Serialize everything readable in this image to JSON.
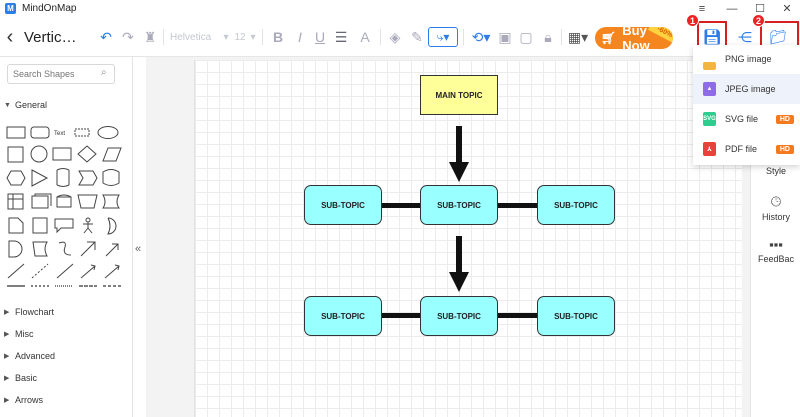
{
  "app": {
    "logo_glyph": "M",
    "title": "MindOnMap"
  },
  "window": {
    "menu_glyph": "≡",
    "minimize_glyph": "—",
    "maximize_glyph": "☐",
    "close_glyph": "✕"
  },
  "toolbar": {
    "doc_title": "Vertic…",
    "font_family": "Helvetica",
    "font_size": "12",
    "buy_label": "Buy Now",
    "discount": "-60%",
    "annotations": [
      "1",
      "2"
    ]
  },
  "left_panel": {
    "search_placeholder": "Search Shapes",
    "sections": [
      {
        "label": "General",
        "expanded": true
      },
      {
        "label": "Flowchart",
        "expanded": false
      },
      {
        "label": "Misc",
        "expanded": false
      },
      {
        "label": "Advanced",
        "expanded": false
      },
      {
        "label": "Basic",
        "expanded": false
      },
      {
        "label": "Arrows",
        "expanded": false
      }
    ],
    "text_shape_label": "Text"
  },
  "export_menu": {
    "items": [
      {
        "label": "PNG image",
        "badge": ""
      },
      {
        "label": "JPEG image",
        "badge": ""
      },
      {
        "label": "SVG file",
        "badge": "HD"
      },
      {
        "label": "PDF file",
        "badge": "HD"
      }
    ]
  },
  "right_panel": {
    "items": [
      {
        "label": "Style"
      },
      {
        "label": "History"
      },
      {
        "label": "FeedBac"
      }
    ]
  },
  "diagram": {
    "main_topic": "MAIN TOPIC",
    "row1": [
      "SUB-TOPIC",
      "SUB-TOPIC",
      "SUB-TOPIC"
    ],
    "row2": [
      "SUB-TOPIC",
      "SUB-TOPIC",
      "SUB-TOPIC"
    ]
  },
  "colors": {
    "accent": "#2b7de9",
    "buy_button": "#f5851f",
    "main_topic_fill": "#ffff99",
    "sub_topic_fill": "#99ffff",
    "highlight_box": "#d62020",
    "hd_badge": "#f47a20"
  }
}
